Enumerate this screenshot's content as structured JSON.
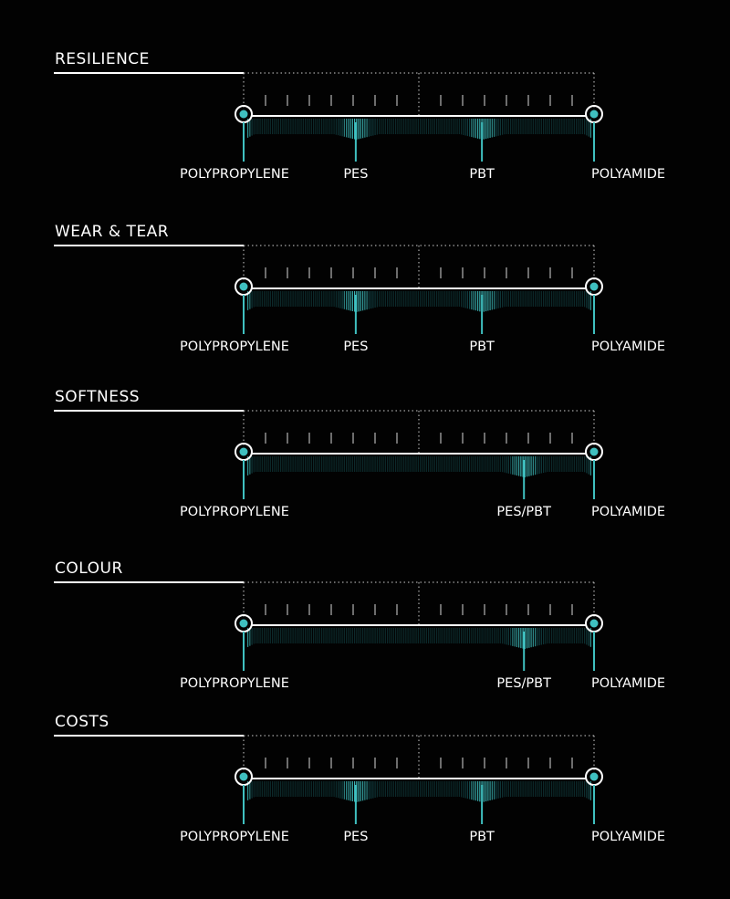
{
  "colors": {
    "background": "#020202",
    "line": "#ffffff",
    "accent": "#3fc0c0",
    "accent_dim": "#1c6a6e"
  },
  "chart_data": [
    {
      "type": "scale",
      "title": "RESILIENCE",
      "range": [
        0,
        1
      ],
      "materials": [
        {
          "label": "POLYPROPYLENE",
          "position": 0
        },
        {
          "label": "PES",
          "position": 0.32
        },
        {
          "label": "PBT",
          "position": 0.68
        },
        {
          "label": "POLYAMIDE",
          "position": 1
        }
      ]
    },
    {
      "type": "scale",
      "title": "WEAR & TEAR",
      "range": [
        0,
        1
      ],
      "materials": [
        {
          "label": "POLYPROPYLENE",
          "position": 0
        },
        {
          "label": "PES",
          "position": 0.32
        },
        {
          "label": "PBT",
          "position": 0.68
        },
        {
          "label": "POLYAMIDE",
          "position": 1
        }
      ]
    },
    {
      "type": "scale",
      "title": "SOFTNESS",
      "range": [
        0,
        1
      ],
      "materials": [
        {
          "label": "POLYPROPYLENE",
          "position": 0
        },
        {
          "label": "PES/PBT",
          "position": 0.8
        },
        {
          "label": "POLYAMIDE",
          "position": 1
        }
      ]
    },
    {
      "type": "scale",
      "title": "COLOUR",
      "range": [
        0,
        1
      ],
      "materials": [
        {
          "label": "POLYPROPYLENE",
          "position": 0
        },
        {
          "label": "PES/PBT",
          "position": 0.8
        },
        {
          "label": "POLYAMIDE",
          "position": 1
        }
      ]
    },
    {
      "type": "scale",
      "title": "COSTS",
      "range": [
        0,
        1
      ],
      "materials": [
        {
          "label": "POLYPROPYLENE",
          "position": 0
        },
        {
          "label": "PES",
          "position": 0.32
        },
        {
          "label": "PBT",
          "position": 0.68
        },
        {
          "label": "POLYAMIDE",
          "position": 1
        }
      ]
    }
  ]
}
